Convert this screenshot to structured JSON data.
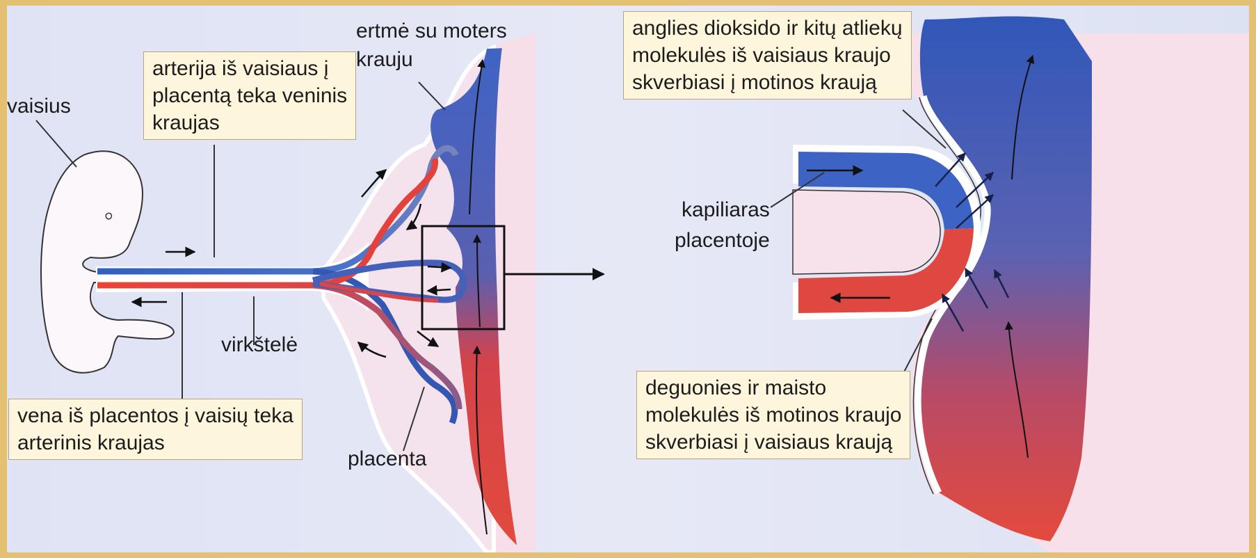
{
  "labels": {
    "fetus": "vaisius",
    "cavity": [
      "ertmė su moters",
      "krauju"
    ],
    "artery_box": [
      "arterija iš vaisiaus į",
      "placentą teka veninis",
      "kraujas"
    ],
    "umbilical_cord": "virkštelė",
    "vein_box": [
      "vena iš placentos į vaisių teka",
      "arterinis kraujas"
    ],
    "placenta": "placenta",
    "co2_box": [
      "anglies dioksido ir kitų atliekų",
      "molekulės iš vaisiaus kraujo",
      "skverbiasi į motinos kraują"
    ],
    "capillary": [
      "kapiliaras",
      "placentoje"
    ],
    "o2_box": [
      "deguonies ir maisto",
      "molekulės iš motinos kraujo",
      "skverbiasi į vaisiaus kraują"
    ]
  },
  "colors": {
    "arterial_blood": "#e3413b",
    "venous_blood": "#3557b4",
    "tissue": "#f6dfe9",
    "label_box": "#fdf6dc"
  }
}
